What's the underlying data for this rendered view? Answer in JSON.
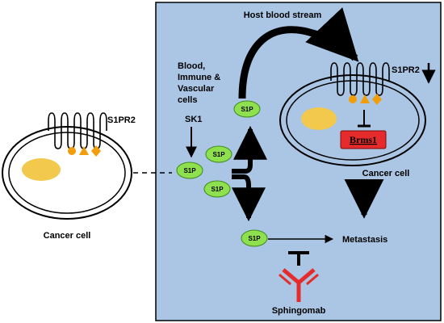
{
  "labels": {
    "host_blood_stream": "Host blood stream",
    "blood_cells_line1": "Blood,",
    "blood_cells_line2": "Immune &",
    "blood_cells_line3": "Vascular",
    "blood_cells_line4": "cells",
    "sk1": "SK1",
    "s1pr2_left": "S1PR2",
    "s1pr2_right": "S1PR2",
    "brms1": "Brms1",
    "cancer_cell_left": "Cancer cell",
    "cancer_cell_right": "Cancer cell",
    "metastasis": "Metastasis",
    "sphingomab": "Sphingomab",
    "s1p": "S1P"
  },
  "colors": {
    "host_panel": "#aac6e4",
    "s1p_fill": "#8fe04f",
    "nucleus": "#f2c94c",
    "small_shapes": "#f29d0c",
    "brms1_box": "#e52b2b",
    "antibody": "#e52b2b"
  },
  "icons": {
    "receptor": "s1pr2-receptor-icon",
    "antibody": "sphingomab-antibody-icon",
    "circle_shape": "circle-molecule-icon",
    "triangle_shape": "triangle-molecule-icon",
    "diamond_shape": "diamond-molecule-icon"
  }
}
